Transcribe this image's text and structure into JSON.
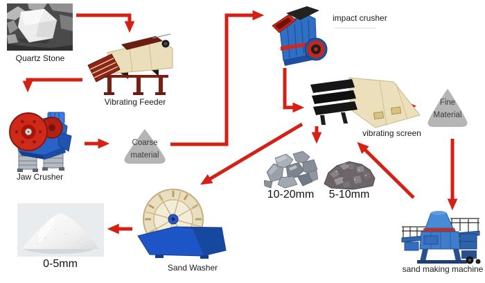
{
  "nodes": {
    "quartz_stone": {
      "label": "Quartz Stone"
    },
    "vibrating_feeder": {
      "label": "Vibrating Feeder"
    },
    "jaw_crusher": {
      "label": "Jaw Crusher"
    },
    "coarse_material": {
      "line1": "Coarse",
      "line2": "material"
    },
    "impact_crusher": {
      "label": "impact crusher"
    },
    "vibrating_screen": {
      "label": "vibrating screen"
    },
    "fine_material": {
      "line1": "Fine",
      "line2": "Material"
    },
    "aggregate_10_20": {
      "label": "10-20mm"
    },
    "aggregate_5_10": {
      "label": "5-10mm"
    },
    "sand_washer": {
      "label": "Sand Washer"
    },
    "sand_0_5": {
      "label": "0-5mm"
    },
    "sand_making_machine": {
      "label": "sand making machine"
    }
  },
  "colors": {
    "arrow_red": "#d42015",
    "pile_gray": "#b5b5b5",
    "label_text": "#1a1a1a",
    "machine_blue": "#2f6fc4",
    "machine_beige": "#eadfba",
    "machine_maroon": "#8a2517"
  },
  "flow_edges": [
    {
      "from": "Quartz Stone",
      "to": "Vibrating Feeder"
    },
    {
      "from": "Vibrating Feeder",
      "to": "Jaw Crusher"
    },
    {
      "from": "Jaw Crusher",
      "to": "Coarse material"
    },
    {
      "from": "Coarse material",
      "to": "impact crusher"
    },
    {
      "from": "impact crusher",
      "to": "vibrating screen"
    },
    {
      "from": "vibrating screen",
      "to": "10-20mm / 5-10mm"
    },
    {
      "from": "vibrating screen",
      "to": "Fine Material"
    },
    {
      "from": "Fine Material",
      "to": "sand making machine"
    },
    {
      "from": "sand making machine",
      "to": "vibrating screen"
    },
    {
      "from": "vibrating screen",
      "to": "Sand Washer"
    },
    {
      "from": "Sand Washer",
      "to": "0-5mm"
    }
  ]
}
